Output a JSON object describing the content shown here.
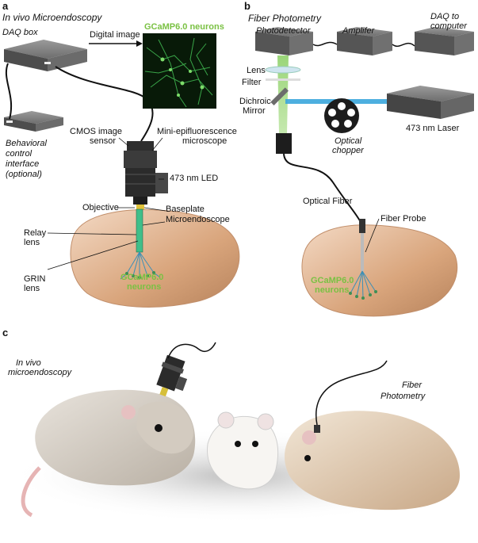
{
  "panels": {
    "a": {
      "letter": "a",
      "title": "In vivo Microendoscopy",
      "daq_box": "DAQ box",
      "digital_image": "Digital image",
      "gcamp_neurons_title": "GCaMP6.0 neurons",
      "behavioral_lines": [
        "Behavioral",
        "control",
        "interface",
        "(optional)"
      ],
      "cmos_lines": [
        "CMOS image",
        "sensor"
      ],
      "mini_lines": [
        "Mini-epifluorescence",
        "microscope"
      ],
      "led": "473 nm LED",
      "objective": "Objective",
      "baseplate": "Baseplate",
      "microendoscope": "Microendoscope",
      "relay_lines": [
        "Relay",
        "lens"
      ],
      "grin_lines": [
        "GRIN",
        "lens"
      ],
      "neurons_lines": [
        "GCaMP6.0",
        "neurons"
      ]
    },
    "b": {
      "letter": "b",
      "title": "Fiber Photometry",
      "photodetector": "Photodetector",
      "amplifier": "Amplifer",
      "daq_lines": [
        "DAQ to",
        "computer"
      ],
      "lens": "Lens",
      "filter": "Filter",
      "dichroic_lines": [
        "Dichroic",
        "Mirror"
      ],
      "chopper_lines": [
        "Optical",
        "chopper"
      ],
      "laser": "473 nm Laser",
      "optical_fiber": "Optical Fiber",
      "fiber_probe": "Fiber Probe",
      "neurons_lines": [
        "GCaMP6.0",
        "neurons"
      ]
    },
    "c": {
      "letter": "c",
      "left_lines": [
        "In vivo",
        "microendoscopy"
      ],
      "right_lines": [
        "Fiber",
        "Photometry"
      ]
    }
  },
  "colors": {
    "green_light": "#7ac143",
    "blue_light": "#3aa6dc",
    "brain": "#d9a57c",
    "device_gray": "#5a5a5a"
  }
}
